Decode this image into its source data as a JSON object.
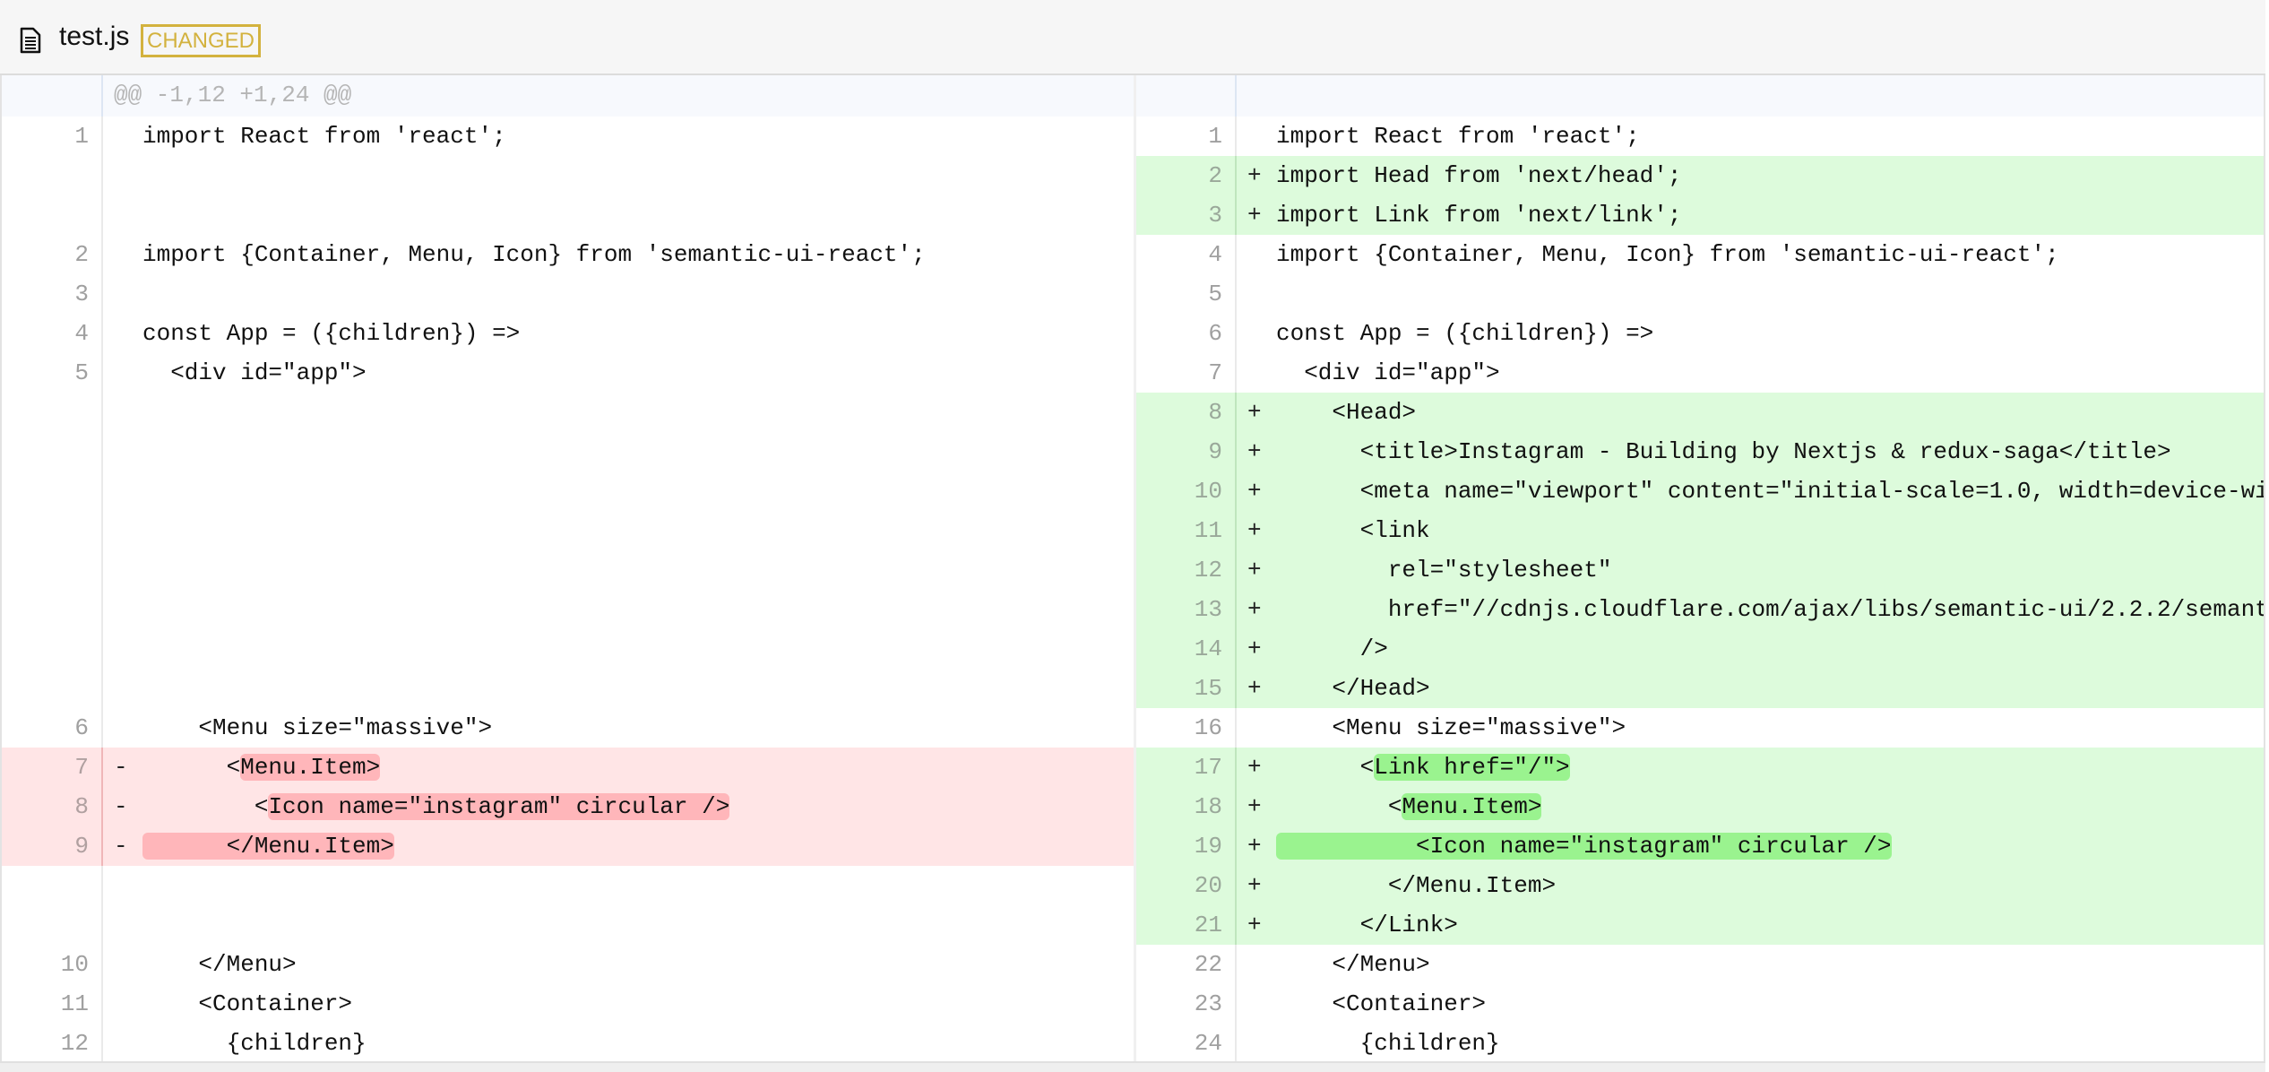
{
  "header": {
    "filename": "test.js",
    "badge": "CHANGED",
    "icon": "file-text-icon"
  },
  "colors": {
    "added_bg": "#ddfbdc",
    "added_highlight": "#9af38f",
    "removed_bg": "#ffe5e6",
    "removed_highlight": "#ffb6ba",
    "badge": "#d3b23e"
  },
  "hunk": "@@ -1,12 +1,24 @@",
  "rows": [
    {
      "left": {
        "n": "1",
        "type": "ctx",
        "code": [
          {
            "t": "import React from 'react';"
          }
        ]
      },
      "right": {
        "n": "1",
        "type": "ctx",
        "code": [
          {
            "t": "import React from 'react';"
          }
        ]
      }
    },
    {
      "left": null,
      "right": {
        "n": "2",
        "type": "add",
        "code": [
          {
            "t": "import Head from 'next/head';"
          }
        ]
      }
    },
    {
      "left": null,
      "right": {
        "n": "3",
        "type": "add",
        "code": [
          {
            "t": "import Link from 'next/link';"
          }
        ]
      }
    },
    {
      "left": {
        "n": "2",
        "type": "ctx",
        "code": [
          {
            "t": "import {Container, Menu, Icon} from 'semantic-ui-react';"
          }
        ]
      },
      "right": {
        "n": "4",
        "type": "ctx",
        "code": [
          {
            "t": "import {Container, Menu, Icon} from 'semantic-ui-react';"
          }
        ]
      }
    },
    {
      "left": {
        "n": "3",
        "type": "ctx",
        "code": [
          {
            "t": ""
          }
        ]
      },
      "right": {
        "n": "5",
        "type": "ctx",
        "code": [
          {
            "t": ""
          }
        ]
      }
    },
    {
      "left": {
        "n": "4",
        "type": "ctx",
        "code": [
          {
            "t": "const App = ({children}) =>"
          }
        ]
      },
      "right": {
        "n": "6",
        "type": "ctx",
        "code": [
          {
            "t": "const App = ({children}) =>"
          }
        ]
      }
    },
    {
      "left": {
        "n": "5",
        "type": "ctx",
        "code": [
          {
            "t": "  <div id=\"app\">"
          }
        ]
      },
      "right": {
        "n": "7",
        "type": "ctx",
        "code": [
          {
            "t": "  <div id=\"app\">"
          }
        ]
      }
    },
    {
      "left": null,
      "right": {
        "n": "8",
        "type": "add",
        "code": [
          {
            "t": "    <Head>"
          }
        ]
      }
    },
    {
      "left": null,
      "right": {
        "n": "9",
        "type": "add",
        "code": [
          {
            "t": "      <title>Instagram - Building by Nextjs & redux-saga</title>"
          }
        ]
      }
    },
    {
      "left": null,
      "right": {
        "n": "10",
        "type": "add",
        "code": [
          {
            "t": "      <meta name=\"viewport\" content=\"initial-scale=1.0, width=device-wi"
          }
        ]
      }
    },
    {
      "left": null,
      "right": {
        "n": "11",
        "type": "add",
        "code": [
          {
            "t": "      <link"
          }
        ]
      }
    },
    {
      "left": null,
      "right": {
        "n": "12",
        "type": "add",
        "code": [
          {
            "t": "        rel=\"stylesheet\""
          }
        ]
      }
    },
    {
      "left": null,
      "right": {
        "n": "13",
        "type": "add",
        "code": [
          {
            "t": "        href=\"//cdnjs.cloudflare.com/ajax/libs/semantic-ui/2.2.2/semant"
          }
        ]
      }
    },
    {
      "left": null,
      "right": {
        "n": "14",
        "type": "add",
        "code": [
          {
            "t": "      />"
          }
        ]
      }
    },
    {
      "left": null,
      "right": {
        "n": "15",
        "type": "add",
        "code": [
          {
            "t": "    </Head>"
          }
        ]
      }
    },
    {
      "left": {
        "n": "6",
        "type": "ctx",
        "code": [
          {
            "t": "    <Menu size=\"massive\">"
          }
        ]
      },
      "right": {
        "n": "16",
        "type": "ctx",
        "code": [
          {
            "t": "    <Menu size=\"massive\">"
          }
        ]
      }
    },
    {
      "left": {
        "n": "7",
        "type": "del",
        "code": [
          {
            "t": "      <"
          },
          {
            "t": "Menu.Item>",
            "hl": true
          }
        ]
      },
      "right": {
        "n": "17",
        "type": "add",
        "code": [
          {
            "t": "      <"
          },
          {
            "t": "Link href=\"/\">",
            "hl": true
          }
        ]
      }
    },
    {
      "left": {
        "n": "8",
        "type": "del",
        "code": [
          {
            "t": "        <"
          },
          {
            "t": "Icon name=\"instagram\" circular />",
            "hl": true
          }
        ]
      },
      "right": {
        "n": "18",
        "type": "add",
        "code": [
          {
            "t": "        <"
          },
          {
            "t": "Menu.Item>",
            "hl": true
          }
        ]
      }
    },
    {
      "left": {
        "n": "9",
        "type": "del",
        "code": [
          {
            "t": "      </Menu.Item>",
            "hl": true
          }
        ]
      },
      "right": {
        "n": "19",
        "type": "add",
        "code": [
          {
            "t": "          <Icon name=\"instagram\" circular />",
            "hl": true
          }
        ]
      }
    },
    {
      "left": null,
      "right": {
        "n": "20",
        "type": "add",
        "code": [
          {
            "t": "        </Menu.Item>"
          }
        ]
      }
    },
    {
      "left": null,
      "right": {
        "n": "21",
        "type": "add",
        "code": [
          {
            "t": "      </Link>"
          }
        ]
      }
    },
    {
      "left": {
        "n": "10",
        "type": "ctx",
        "code": [
          {
            "t": "    </Menu>"
          }
        ]
      },
      "right": {
        "n": "22",
        "type": "ctx",
        "code": [
          {
            "t": "    </Menu>"
          }
        ]
      }
    },
    {
      "left": {
        "n": "11",
        "type": "ctx",
        "code": [
          {
            "t": "    <Container>"
          }
        ]
      },
      "right": {
        "n": "23",
        "type": "ctx",
        "code": [
          {
            "t": "    <Container>"
          }
        ]
      }
    },
    {
      "left": {
        "n": "12",
        "type": "ctx",
        "code": [
          {
            "t": "      {children}"
          }
        ]
      },
      "right": {
        "n": "24",
        "type": "ctx",
        "code": [
          {
            "t": "      {children}"
          }
        ]
      }
    }
  ]
}
